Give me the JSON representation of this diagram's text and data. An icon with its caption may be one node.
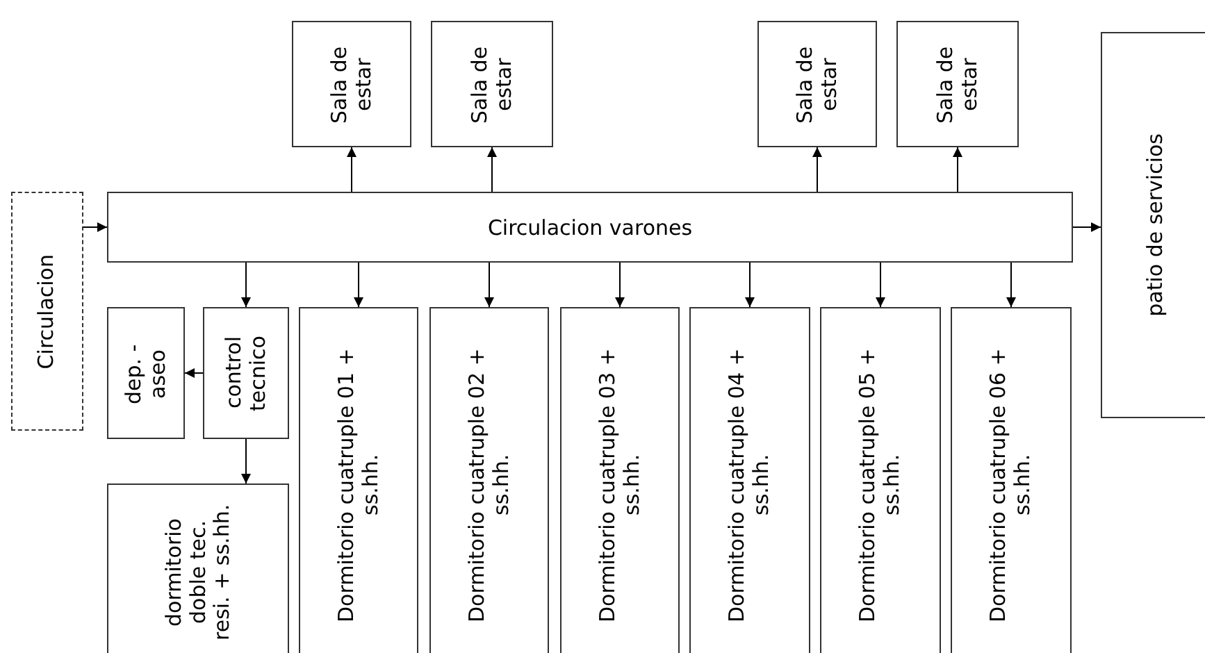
{
  "diagram": {
    "nodes": [
      {
        "text": [
          "Sala de estar"
        ]
      },
      {
        "text": [
          "Sala de estar"
        ]
      },
      {
        "text": [
          "Sala de estar"
        ]
      },
      {
        "text": [
          "Sala de estar"
        ]
      },
      {
        "text": [
          "Circulacion"
        ]
      },
      {
        "text": [
          "Circulacion varones"
        ]
      },
      {
        "text": [
          "patio de servicios"
        ]
      },
      {
        "text": [
          "dep. - aseo"
        ]
      },
      {
        "text": [
          "control tecnico"
        ]
      },
      {
        "text": [
          "Dormitorio cuatruple 01 + ss.hh."
        ]
      },
      {
        "text": [
          "Dormitorio cuatruple 02 + ss.hh."
        ]
      },
      {
        "text": [
          "Dormitorio cuatruple 03 + ss.hh."
        ]
      },
      {
        "text": [
          "Dormitorio cuatruple 04 + ss.hh."
        ]
      },
      {
        "text": [
          "Dormitorio cuatruple 05 + ss.hh."
        ]
      },
      {
        "text": [
          "Dormitorio cuatruple 06 + ss.hh."
        ]
      },
      {
        "text": [
          "dormitorio doble tec. resi. + ss.hh."
        ]
      }
    ],
    "edges": [
      {
        "from": 4,
        "to": 5,
        "arrow": "to"
      },
      {
        "from": 5,
        "to": 0,
        "arrow": "to"
      },
      {
        "from": 5,
        "to": 1,
        "arrow": "to"
      },
      {
        "from": 5,
        "to": 2,
        "arrow": "to"
      },
      {
        "from": 5,
        "to": 3,
        "arrow": "to"
      },
      {
        "from": 5,
        "to": 6,
        "arrow": "to"
      },
      {
        "from": 5,
        "to": 8,
        "arrow": "to"
      },
      {
        "from": 5,
        "to": 9,
        "arrow": "to"
      },
      {
        "from": 5,
        "to": 10,
        "arrow": "to"
      },
      {
        "from": 5,
        "to": 11,
        "arrow": "to"
      },
      {
        "from": 5,
        "to": 12,
        "arrow": "to"
      },
      {
        "from": 5,
        "to": 13,
        "arrow": "to"
      },
      {
        "from": 5,
        "to": 14,
        "arrow": "to"
      },
      {
        "from": 8,
        "to": 7,
        "arrow": "to"
      },
      {
        "from": 8,
        "to": 15,
        "arrow": "to"
      }
    ]
  }
}
